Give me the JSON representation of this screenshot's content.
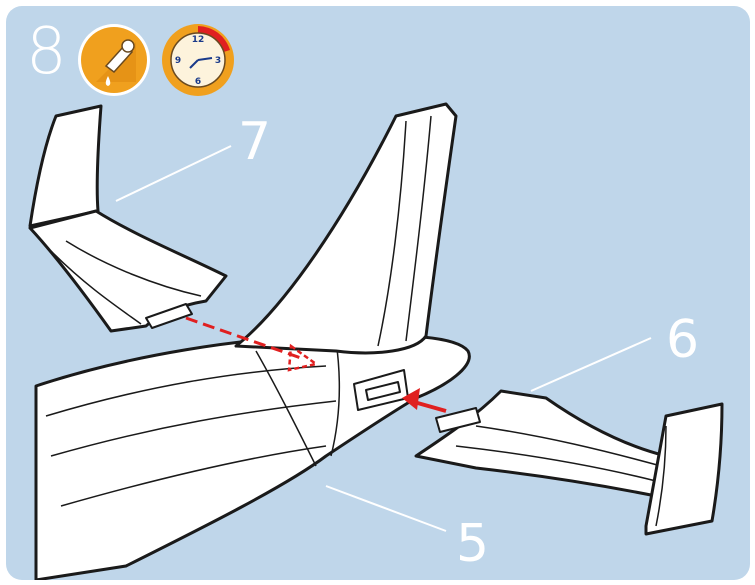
{
  "step": {
    "number": "8"
  },
  "icons": {
    "glue": "glue-icon",
    "clock": "clock-icon"
  },
  "clock": {
    "12": "12",
    "3": "3",
    "6": "6",
    "9": "9"
  },
  "labels": {
    "part_7": "7",
    "part_6": "6",
    "part_5": "5"
  },
  "colors": {
    "background": "#bfd6ea",
    "accent": "#f0a01e",
    "arrow": "#e02020",
    "outline": "#1a1a1a"
  }
}
